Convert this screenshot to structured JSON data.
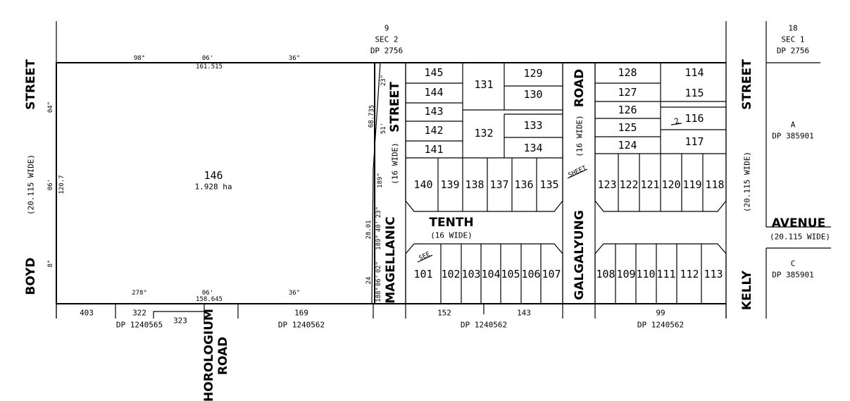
{
  "streets": {
    "boyd_top": "STREET",
    "boyd_bottom": "BOYD",
    "boyd_width": "(20.115 WIDE)",
    "kelly_top": "STREET",
    "kelly_bottom": "KELLY",
    "kelly_width": "(20.115 WIDE)",
    "magellanic_top": "STREET",
    "magellanic_bottom": "MAGELLANIC",
    "magellanic_width": "(16 WIDE)",
    "galgalyung_top": "ROAD",
    "galgalyung_bottom": "GALGALYUNG",
    "galgalyung_width": "(16 WIDE)",
    "tenth": "TENTH",
    "tenth_width": "(16 WIDE)",
    "avenue": "AVENUE",
    "avenue_width": "(20.115 WIDE)",
    "horologium_1": "HOROLOGIUM",
    "horologium_2": "ROAD"
  },
  "lot146": {
    "number": "146",
    "area": "1.928 ha"
  },
  "bearings": {
    "top_deg": "98°",
    "top_min": "06'",
    "top_sec": "36\"",
    "top_dist": "161.515",
    "bottom_deg": "278°",
    "bottom_min": "06'",
    "bottom_sec": "36\"",
    "bottom_dist": "158.645",
    "left_sec": "04\"",
    "left_min": "06'",
    "left_dist": "120.7",
    "left_deg": "8°",
    "mag_23a": "23\"",
    "mag_51": "51'",
    "mag_68": "68.735",
    "mag_189a": "189°",
    "mag_23b": "23\"",
    "mag_40": "40'",
    "mag_189b": "189°",
    "mag_28": "28.01",
    "mag_02": "02\"",
    "mag_06": "06'",
    "mag_188": "188°",
    "mag_24": "24"
  },
  "refs": {
    "sec2_lot": "9",
    "sec2": "SEC 2",
    "sec2_dp": "DP 2756",
    "sec1_lot": "18",
    "sec1": "SEC 1",
    "sec1_dp": "DP 2756",
    "a_lot": "A",
    "a_dp": "DP 385901",
    "c_lot": "C",
    "c_dp": "DP 385901",
    "b403": "403",
    "b322": "322",
    "b323": "323",
    "dp1240565": "DP 1240565",
    "b169": "169",
    "dp169": "DP 1240562",
    "b152": "152",
    "b143": "143",
    "dp152": "DP 1240562",
    "b99": "99",
    "dp99": "DP 1240562"
  },
  "notes": {
    "see": "SEE",
    "sheet": "SHEET",
    "sheet_no": "2"
  },
  "lots": {
    "l145": "145",
    "l144": "144",
    "l143": "143",
    "l142": "142",
    "l141": "141",
    "l131": "131",
    "l132": "132",
    "l129": "129",
    "l130": "130",
    "l133": "133",
    "l134": "134",
    "l140": "140",
    "l139": "139",
    "l138": "138",
    "l137": "137",
    "l136": "136",
    "l135": "135",
    "l128": "128",
    "l127": "127",
    "l126": "126",
    "l125": "125",
    "l124": "124",
    "l114": "114",
    "l115": "115",
    "l116": "116",
    "l117": "117",
    "l123": "123",
    "l122": "122",
    "l121": "121",
    "l120": "120",
    "l119": "119",
    "l118": "118",
    "l101": "101",
    "l102": "102",
    "l103": "103",
    "l104": "104",
    "l105": "105",
    "l106": "106",
    "l107": "107",
    "l108": "108",
    "l109": "109",
    "l110": "110",
    "l111": "111",
    "l112": "112",
    "l113": "113"
  }
}
